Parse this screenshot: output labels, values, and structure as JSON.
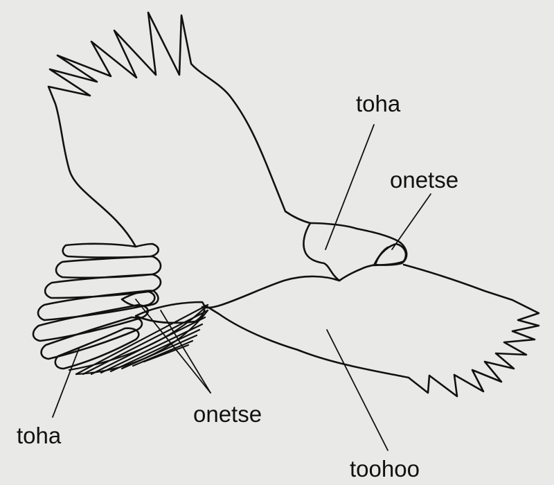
{
  "labels": {
    "toha_top": "toha",
    "onetse_right": "onetse",
    "toha_left": "toha",
    "onetse_left": "onetse",
    "toohoo": "toohoo"
  },
  "colors": {
    "background": "#e9e9e7",
    "ink": "#111111"
  }
}
